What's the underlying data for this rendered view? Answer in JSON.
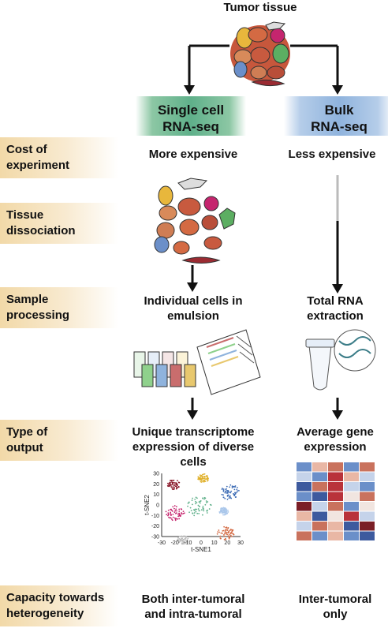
{
  "top_title": "Tumor tissue",
  "columns": {
    "single_cell": {
      "line1": "Single cell",
      "line2": "RNA-seq",
      "color": "#5fb08a"
    },
    "bulk": {
      "line1": "Bulk",
      "line2": "RNA-seq",
      "color": "#8fb3dd"
    }
  },
  "rows": [
    {
      "label1": "Cost of",
      "label2": "experiment",
      "single1": "More expensive",
      "single2": "",
      "single3": "",
      "bulk1": "Less expensive",
      "bulk2": ""
    },
    {
      "label1": "Tissue",
      "label2": "dissociation"
    },
    {
      "label1": "Sample",
      "label2": "processing",
      "single1": "Individual cells in",
      "single2": "emulsion",
      "bulk1": "Total RNA",
      "bulk2": "extraction"
    },
    {
      "label1": "Type of",
      "label2": "output",
      "single1": "Unique transcriptome",
      "single2": "expression of diverse",
      "single3": "cells",
      "bulk1": "Average gene",
      "bulk2": "expression"
    },
    {
      "label1": "Capacity towards",
      "label2": "heterogeneity",
      "single1": "Both inter-tumoral",
      "single2": "and intra-tumoral",
      "bulk1": "Inter-tumoral",
      "bulk2": "only"
    }
  ],
  "tsne": {
    "xlabel": "t-SNE1",
    "ylabel": "t-SNE2",
    "xticks": [
      "-30",
      "-20",
      "-10",
      "0",
      "10",
      "20",
      "30"
    ],
    "yticks": [
      "30",
      "20",
      "10",
      "0",
      "-10",
      "-20",
      "-30"
    ]
  },
  "colors": {
    "label_band": "#f2d9a8",
    "heat_blue": "#3d5a9e",
    "heat_red": "#b9323a"
  }
}
